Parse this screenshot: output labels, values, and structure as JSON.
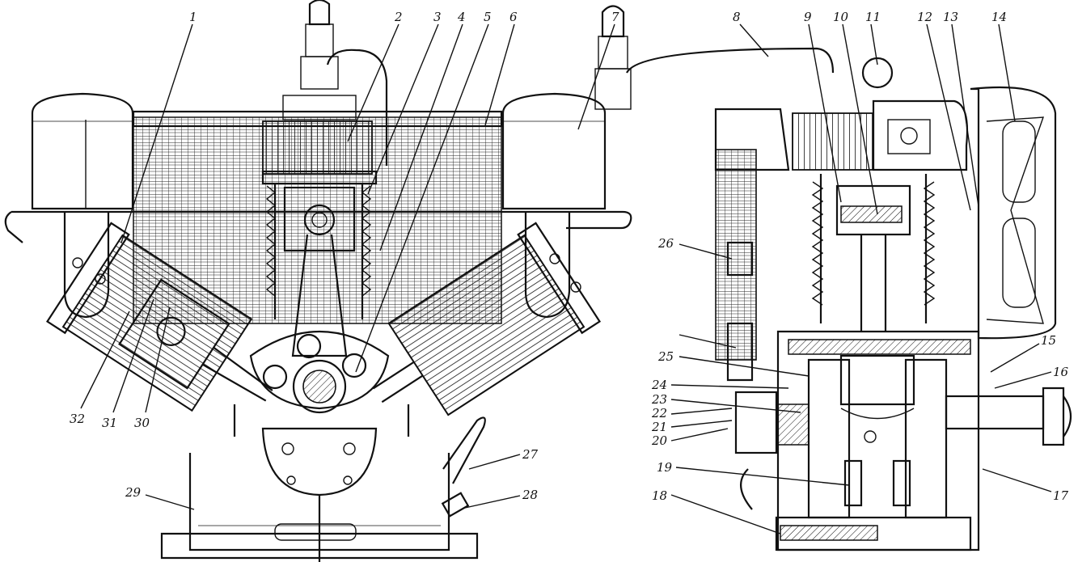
{
  "figure": {
    "left_view": {
      "callouts": [
        "1",
        "2",
        "3",
        "4",
        "5",
        "6",
        "7",
        "27",
        "28",
        "29",
        "30",
        "31",
        "32"
      ]
    },
    "right_view": {
      "callouts": [
        "8",
        "9",
        "10",
        "11",
        "12",
        "13",
        "14",
        "15",
        "16",
        "17",
        "18",
        "19",
        "20",
        "21",
        "22",
        "23",
        "24",
        "25",
        "26"
      ]
    }
  }
}
